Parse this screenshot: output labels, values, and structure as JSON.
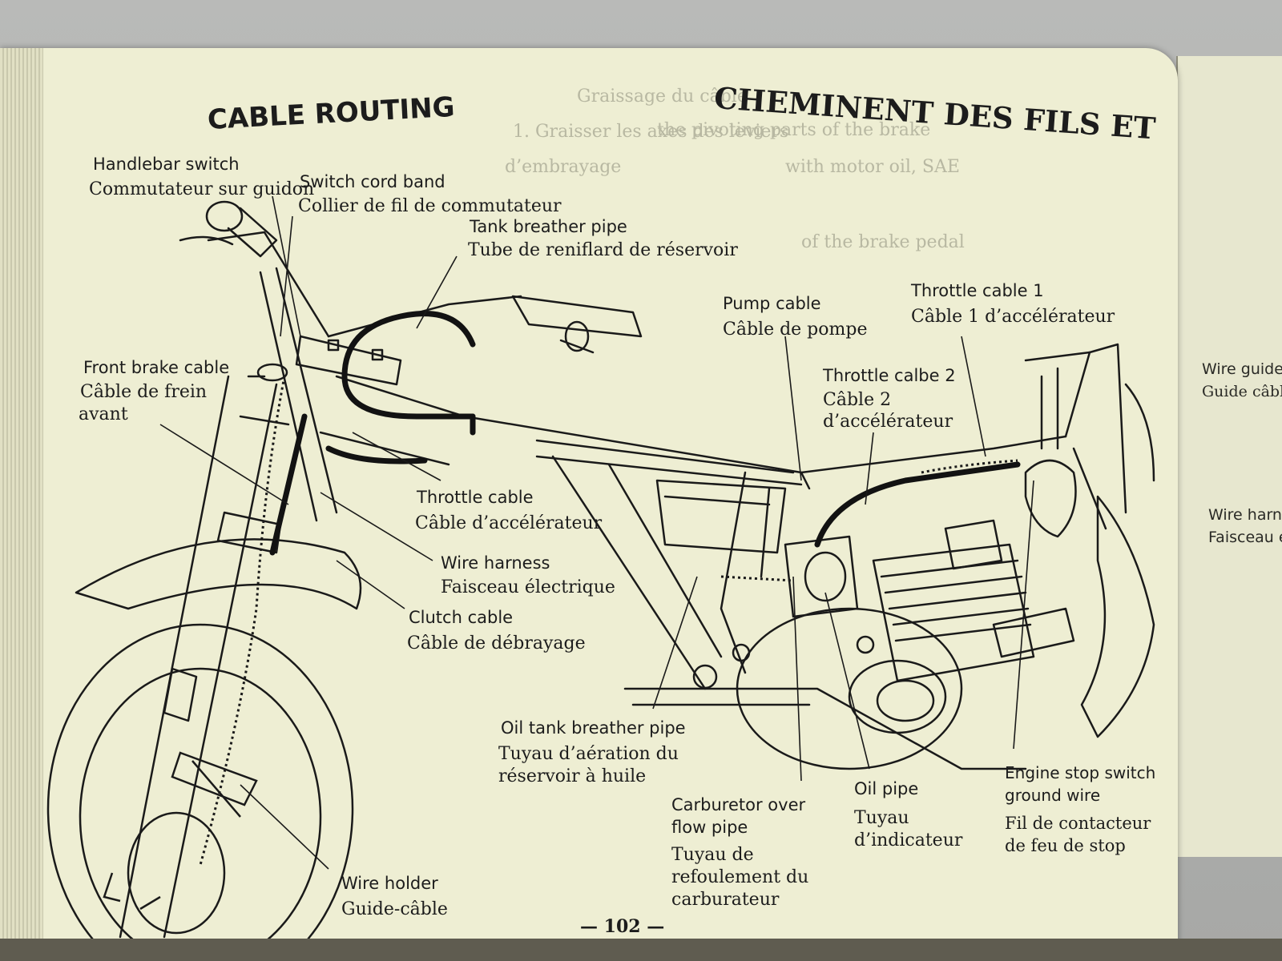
{
  "title_en": "CABLE ROUTING",
  "title_fr": "CHEMINENT DES FILS ET",
  "page_number": "— 102 —",
  "labels": {
    "handlebar_switch": {
      "en": "Handlebar switch",
      "fr": "Commutateur sur guidon"
    },
    "switch_cord_band": {
      "en": "Switch cord band",
      "fr": "Collier de fil de commutateur"
    },
    "tank_breather_pipe": {
      "en": "Tank breather pipe",
      "fr": "Tube de reniflard de réservoir"
    },
    "pump_cable": {
      "en": "Pump cable",
      "fr": "Câble de pompe"
    },
    "throttle_cable_1": {
      "en": "Throttle cable 1",
      "fr": "Câble 1 d’accélérateur"
    },
    "throttle_cable_2": {
      "en": "Throttle calbe 2",
      "fr_line1": "Câble 2",
      "fr_line2": "d’accélérateur"
    },
    "front_brake_cable": {
      "en": "Front brake cable",
      "fr_line1": "Câble de frein",
      "fr_line2": "avant"
    },
    "throttle_cable": {
      "en": "Throttle cable",
      "fr": "Câble d’accélérateur"
    },
    "wire_harness": {
      "en": "Wire harness",
      "fr": "Faisceau électrique"
    },
    "clutch_cable": {
      "en": "Clutch cable",
      "fr": "Câble de débrayage"
    },
    "oil_tank_breather_pipe": {
      "en": "Oil tank breather pipe",
      "fr_line1": "Tuyau d’aération du",
      "fr_line2": "réservoir à huile"
    },
    "carburetor_overflow_pipe": {
      "en_line1": "Carburetor over",
      "en_line2": "flow pipe",
      "fr_line1": "Tuyau de",
      "fr_line2": "refoulement du",
      "fr_line3": "carburateur"
    },
    "oil_pipe": {
      "en": "Oil pipe",
      "fr_line1": "Tuyau",
      "fr_line2": "d’indicateur"
    },
    "engine_stop_switch": {
      "en_line1": "Engine stop switch",
      "en_line2": "ground wire",
      "fr_line1": "Fil de contacteur",
      "fr_line2": "de feu de stop"
    },
    "wire_holder": {
      "en": "Wire holder",
      "fr": "Guide-câble"
    }
  },
  "next_page": {
    "wire_guide_en": "Wire guide",
    "wire_guide_fr": "Guide câble",
    "wire_harness_en": "Wire harn",
    "wire_harness_fr": "Faisceau é"
  },
  "bleed_through": [
    "Graissage du câble",
    "1. Graisser les axes des leviers",
    "d’embrayage",
    "the pivoting parts of the brake",
    "with motor oil, SAE",
    "of the brake pedal"
  ]
}
